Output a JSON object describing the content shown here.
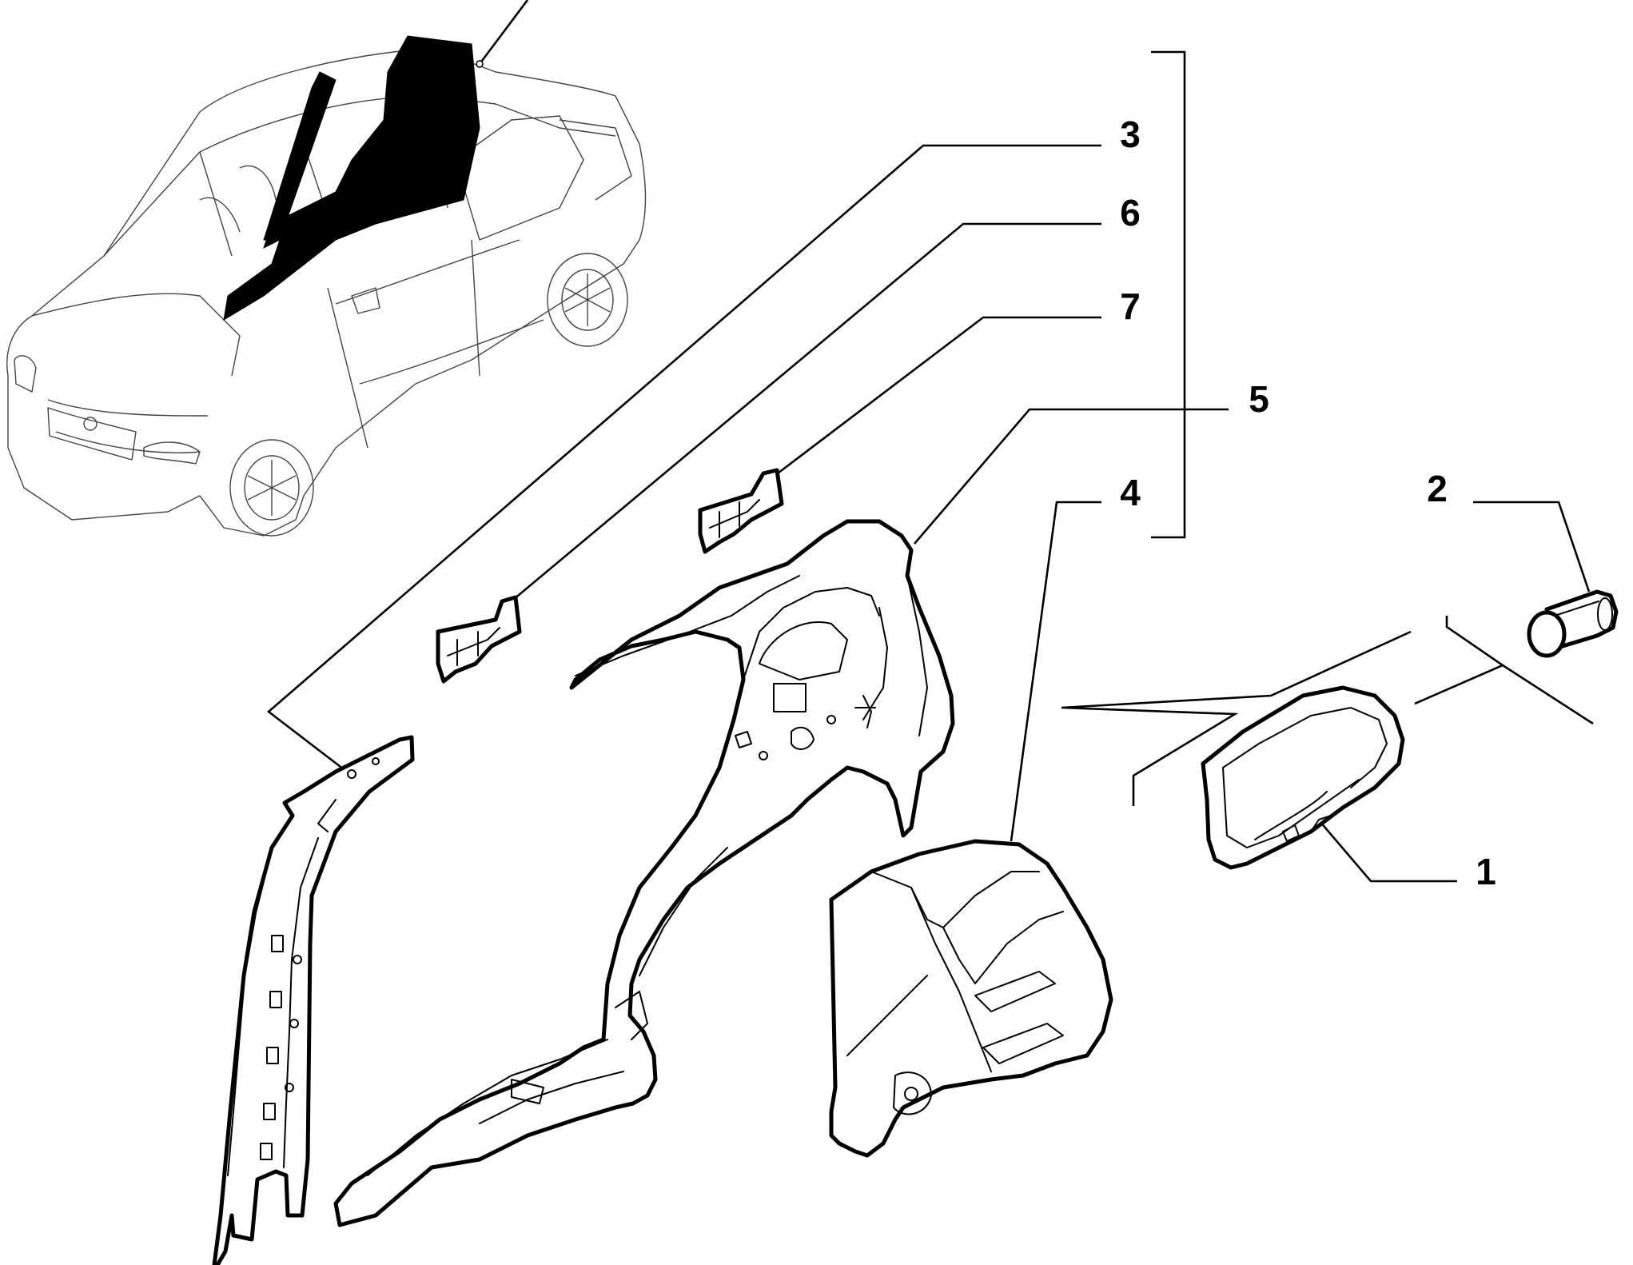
{
  "diagram": {
    "labels": {
      "ref_1": "1",
      "ref_2": "2",
      "ref_3": "3",
      "ref_4": "4",
      "ref_5": "5",
      "ref_6": "6",
      "ref_7": "7"
    }
  }
}
